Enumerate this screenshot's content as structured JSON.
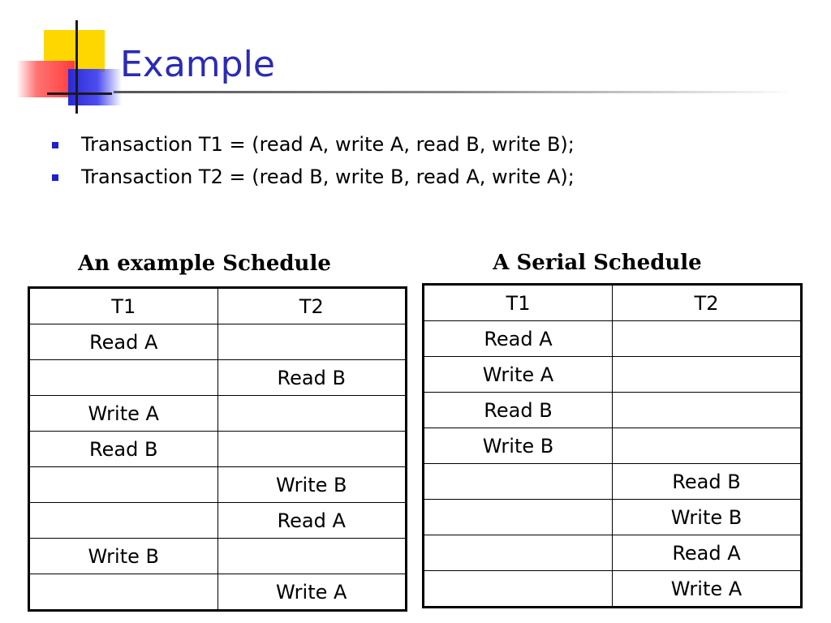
{
  "slide": {
    "title": "Example",
    "bullets": [
      "Transaction T1 = (read A, write A, read B, write B);",
      "Transaction T2 = (read B, write B, read A, write A);"
    ]
  },
  "colors": {
    "title": "#2b2bb5",
    "bullet": "#1f1fcf",
    "logo_yellow": "#ffd700",
    "logo_red": "#ff3b3b",
    "logo_blue": "#2a2ad6"
  },
  "example_schedule": {
    "caption": "An example Schedule",
    "columns": [
      "T1",
      "T2"
    ],
    "rows": [
      [
        "Read A",
        ""
      ],
      [
        "",
        "Read B"
      ],
      [
        "Write A",
        ""
      ],
      [
        "Read B",
        ""
      ],
      [
        "",
        "Write B"
      ],
      [
        "",
        "Read A"
      ],
      [
        "Write B",
        ""
      ],
      [
        "",
        "Write A"
      ]
    ]
  },
  "serial_schedule": {
    "caption": "A Serial Schedule",
    "columns": [
      "T1",
      "T2"
    ],
    "rows": [
      [
        "Read A",
        ""
      ],
      [
        "Write A",
        ""
      ],
      [
        "Read B",
        ""
      ],
      [
        "Write B",
        ""
      ],
      [
        "",
        "Read B"
      ],
      [
        "",
        "Write B"
      ],
      [
        "",
        "Read A"
      ],
      [
        "",
        "Write A"
      ]
    ]
  }
}
